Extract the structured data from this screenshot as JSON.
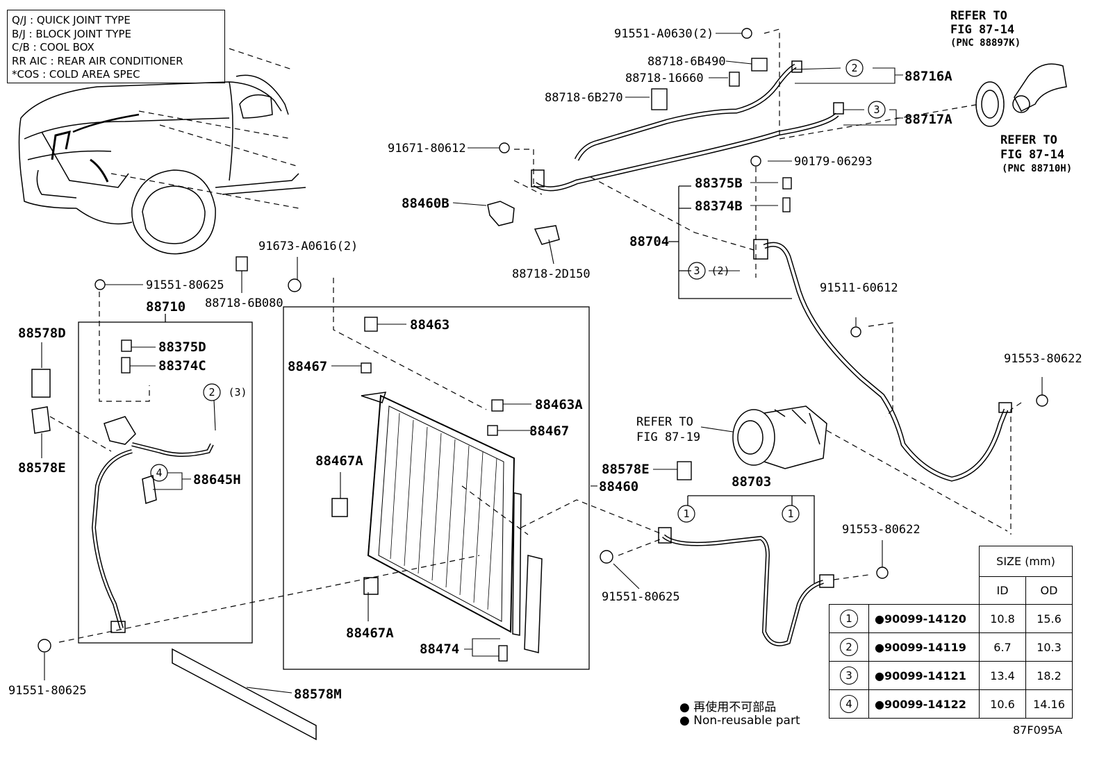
{
  "legend": [
    "Q/J : QUICK JOINT TYPE",
    "B/J : BLOCK JOINT TYPE",
    "C/B : COOL BOX",
    "RR AIC : REAR AIR CONDITIONER",
    "*COS : COLD AREA SPEC"
  ],
  "labels": {
    "p91551_a0630": "91551-A0630(2)",
    "p88718_6b490": "88718-6B490",
    "p88718_16660": "88718-16660",
    "p88718_6b270": "88718-6B270",
    "p88716a": "88716A",
    "p88717a": "88717A",
    "refer_to_1": "REFER TO",
    "fig_87_14_a": "FIG 87-14",
    "pnc_88897k": "(PNC 88897K)",
    "refer_to_2": "REFER TO",
    "fig_87_14_b": "FIG 87-14",
    "pnc_88710h": "(PNC 88710H)",
    "p91671_80612": "91671-80612",
    "p90179_06293": "90179-06293",
    "p88375b": "88375B",
    "p88374b": "88374B",
    "p88460b": "88460B",
    "p88704": "88704",
    "p88718_2d150": "88718-2D150",
    "p91673_a0616": "91673-A0616(2)",
    "p91551_80625_a": "91551-80625",
    "p88718_6b080": "88718-6B080",
    "p88710": "88710",
    "p88578d": "88578D",
    "p88375d": "88375D",
    "p88374c": "88374C",
    "p88578e_a": "88578E",
    "p88645h": "88645H",
    "p88463": "88463",
    "p88467_a": "88467",
    "p88463a": "88463A",
    "p88467_b": "88467",
    "p88467a_a": "88467A",
    "p88467a_b": "88467A",
    "p88474": "88474",
    "p88460": "88460",
    "p91511_60612": "91511-60612",
    "p91553_80622_a": "91553-80622",
    "refer_to_3": "REFER TO",
    "fig_87_19": "FIG 87-19",
    "p88578e_b": "88578E",
    "p88703": "88703",
    "p91553_80622_b": "91553-80622",
    "p91551_80625_b": "91551-80625",
    "p91551_80625_c": "91551-80625",
    "p88578m": "88578M",
    "c1a": "1",
    "c1b": "1",
    "c2a": "2",
    "c2b": "2",
    "c2b_qty": "(3)",
    "c3a": "3",
    "c3b": "3",
    "c3b_qty": "(2)",
    "c4": "4"
  },
  "size_table": {
    "header": "SIZE (mm)",
    "col_id": "ID",
    "col_od": "OD",
    "rows": [
      {
        "no": "1",
        "part": "●90099-14120",
        "id": "10.8",
        "od": "15.6"
      },
      {
        "no": "2",
        "part": "●90099-14119",
        "id": "6.7",
        "od": "10.3"
      },
      {
        "no": "3",
        "part": "●90099-14121",
        "id": "13.4",
        "od": "18.2"
      },
      {
        "no": "4",
        "part": "●90099-14122",
        "id": "10.6",
        "od": "14.16"
      }
    ]
  },
  "notes": {
    "jp": "● 再使用不可部品",
    "en": "● Non-reusable part"
  },
  "fig_code": "87F095A"
}
